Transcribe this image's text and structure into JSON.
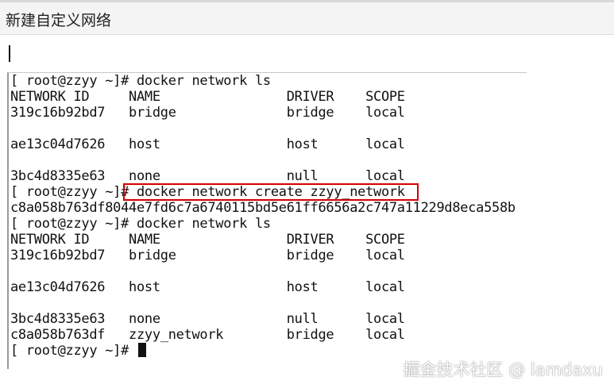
{
  "window": {
    "title": "新建自定义网络"
  },
  "terminal": {
    "lines": [
      "[ root@zzyy ~]# docker network ls",
      "NETWORK ID     NAME                DRIVER    SCOPE",
      "319c16b92bd7   bridge              bridge    local",
      "",
      "ae13c04d7626   host                host      local",
      "",
      "3bc4d8335e63   none                null      local",
      "[ root@zzyy ~]# docker network create zzyy_network",
      "c8a058b763df8044e7fd6c7a6740115bd5e61ff6656a2c747a11229d8eca558b",
      "[ root@zzyy ~]# docker network ls",
      "NETWORK ID     NAME                DRIVER    SCOPE",
      "319c16b92bd7   bridge              bridge    local",
      "",
      "ae13c04d7626   host                host      local",
      "",
      "3bc4d8335e63   none                null      local",
      "c8a058b763df   zzyy_network        bridge    local",
      "[ root@zzyy ~]# "
    ]
  },
  "annotation": {
    "highlight_color": "#d40000"
  },
  "watermark": {
    "text": "掘金技术社区 @ lamdaxu"
  }
}
